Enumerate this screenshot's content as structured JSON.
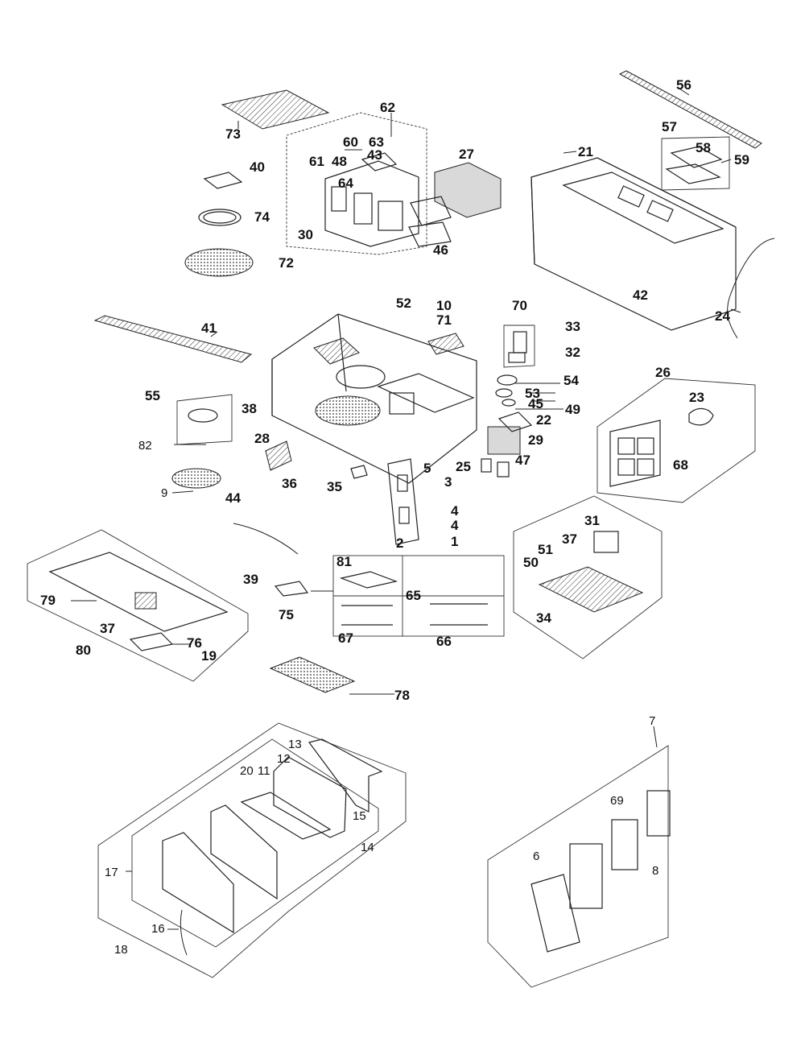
{
  "callouts": {
    "c1": "1",
    "c2": "2",
    "c3": "3",
    "c4a": "4",
    "c4b": "4",
    "c5": "5",
    "c6": "6",
    "c7": "7",
    "c8": "8",
    "c9": "9",
    "c10": "10",
    "c11": "11",
    "c12": "12",
    "c13": "13",
    "c14": "14",
    "c15": "15",
    "c16": "16",
    "c17": "17",
    "c18": "18",
    "c19": "19",
    "c20": "20",
    "c21": "21",
    "c22": "22",
    "c23": "23",
    "c24": "24",
    "c25": "25",
    "c26": "26",
    "c27": "27",
    "c28": "28",
    "c29": "29",
    "c30": "30",
    "c31": "31",
    "c32": "32",
    "c33": "33",
    "c34": "34",
    "c35": "35",
    "c36": "36",
    "c37a": "37",
    "c37b": "37",
    "c38": "38",
    "c39": "39",
    "c40": "40",
    "c41": "41",
    "c42": "42",
    "c43": "43",
    "c44": "44",
    "c45": "45",
    "c46": "46",
    "c47": "47",
    "c48": "48",
    "c49": "49",
    "c50": "50",
    "c51": "51",
    "c52": "52",
    "c53": "53",
    "c54": "54",
    "c55": "55",
    "c56": "56",
    "c57": "57",
    "c58": "58",
    "c59": "59",
    "c60": "60",
    "c61": "61",
    "c62": "62",
    "c63": "63",
    "c64": "64",
    "c65": "65",
    "c66": "66",
    "c67": "67",
    "c68": "68",
    "c69": "69",
    "c70": "70",
    "c71": "71",
    "c72": "72",
    "c73": "73",
    "c74": "74",
    "c75": "75",
    "c76": "76",
    "c78": "78",
    "c79": "79",
    "c80": "80",
    "c81": "81",
    "c82": "82"
  }
}
